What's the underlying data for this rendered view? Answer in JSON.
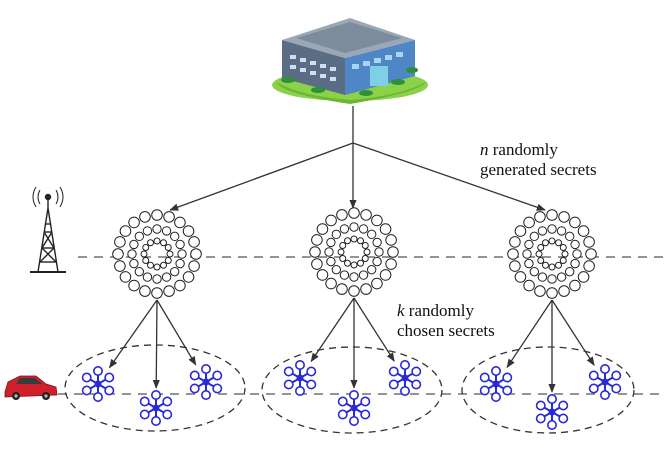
{
  "labels": {
    "n_var": "n",
    "n_line1_rest": " randomly",
    "n_line2": "generated secrets",
    "k_var": "k",
    "k_line1_rest": " randomly",
    "k_line2": "chosen secrets"
  },
  "icons": {
    "server": "server-building-icon",
    "tower": "radio-tower-icon",
    "car": "car-icon",
    "key_pool": "key-pool-ring-icon",
    "vehicle_node": "vehicle-node-icon"
  },
  "colors": {
    "line": "#333333",
    "dashed": "#555555",
    "node": "#2a2ad6",
    "building_roof": "#6b7e92",
    "building_wall": "#4f86c6",
    "grass": "#8bd14a",
    "car": "#d0202a"
  }
}
